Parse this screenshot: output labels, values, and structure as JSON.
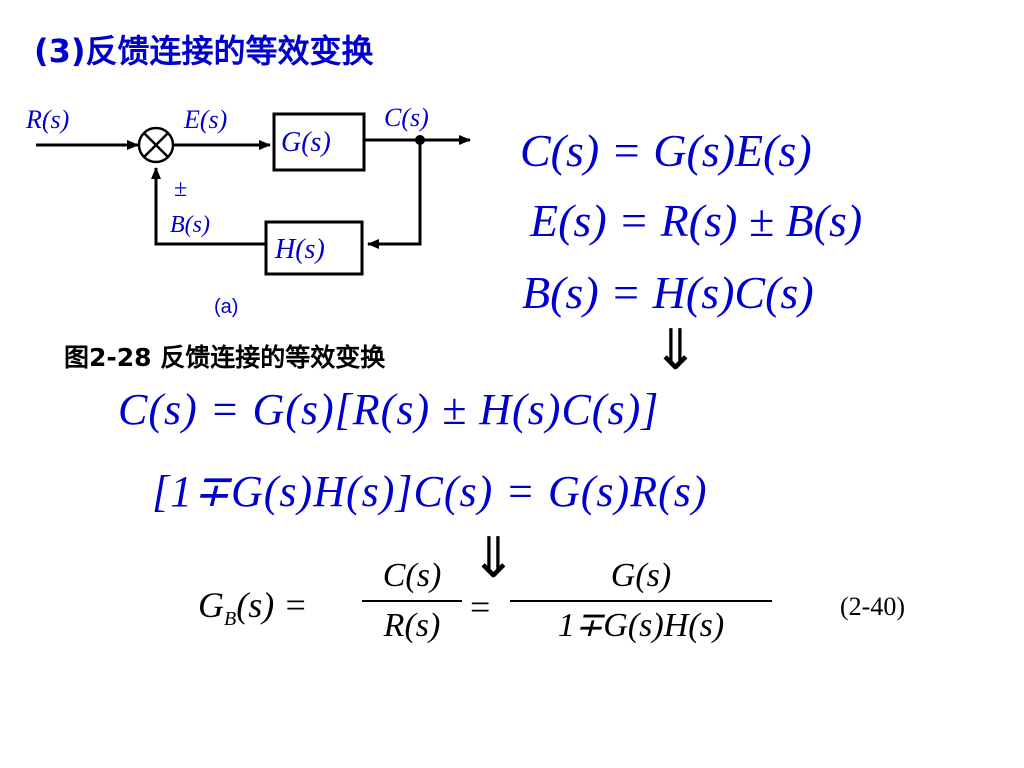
{
  "title": "(3)反馈连接的等效变换",
  "diagram": {
    "signals": {
      "R": "R(s)",
      "E": "E(s)",
      "C": "C(s)",
      "B": "B(s)",
      "pm": "±"
    },
    "blocks": {
      "G": "G(s)",
      "H": "H(s)"
    },
    "sub_label": "(a)"
  },
  "caption": "图2-28  反馈连接的等效变换",
  "equations": {
    "eq1": "C(s) = G(s)E(s)",
    "eq2": "E(s) = R(s) ± B(s)",
    "eq3": "B(s) = H(s)C(s)",
    "eq4": "C(s) = G(s)[R(s) ± H(s)C(s)]",
    "eq5": "[1∓G(s)H(s)]C(s) = G(s)R(s)",
    "final_lhs": "G",
    "final_lhs_sub": "B",
    "final_lhs_arg": "(s) =",
    "frac1_num": "C(s)",
    "frac1_den": "R(s)",
    "equals": "=",
    "frac2_num": "G(s)",
    "frac2_den": "1∓G(s)H(s)"
  },
  "arrows": {
    "implies1": "⇓",
    "implies2": "⇓"
  },
  "equation_number": "(2-40)",
  "colors": {
    "blue": "#0000cc",
    "black": "#000000"
  }
}
